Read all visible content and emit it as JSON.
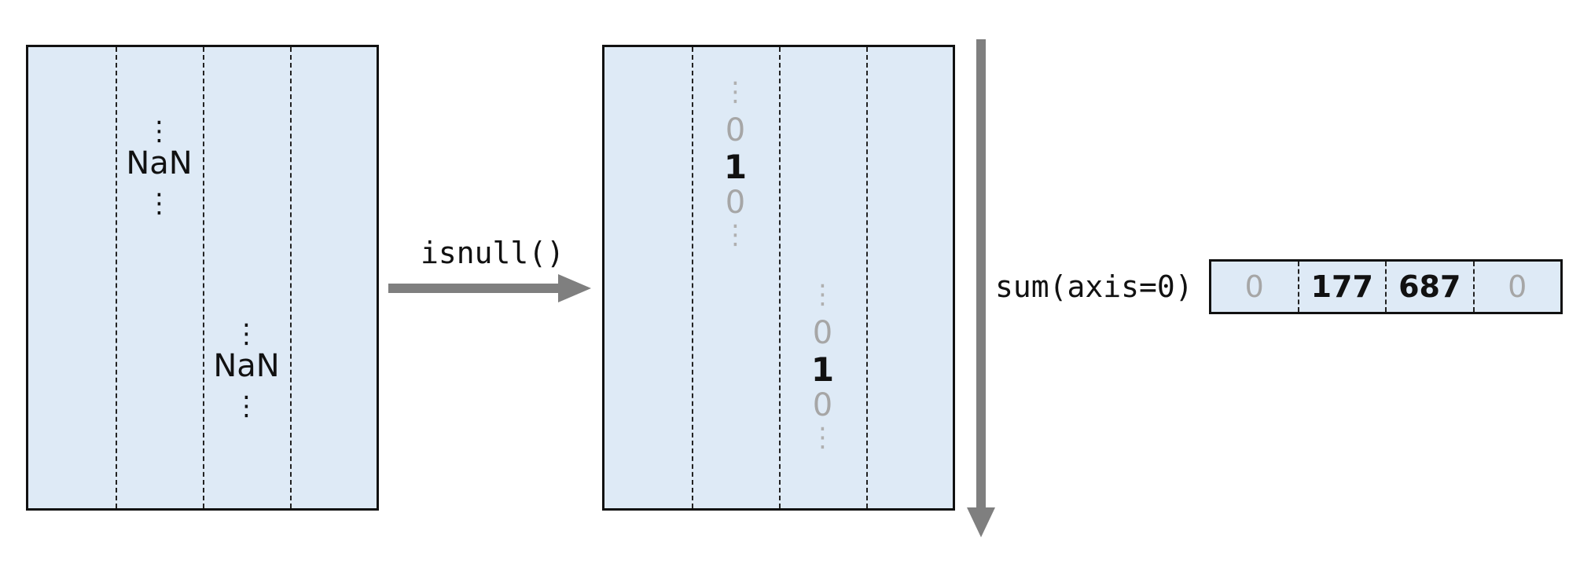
{
  "left_table": {
    "col2": {
      "dots_top": "⋮",
      "value": "NaN",
      "dots_bottom": "⋮"
    },
    "col3": {
      "dots_top": "⋮",
      "value": "NaN",
      "dots_bottom": "⋮"
    }
  },
  "operation_1": {
    "label": "isnull()"
  },
  "middle_table": {
    "col2": {
      "dots_top": "⋮",
      "above": "0",
      "value": "1",
      "below": "0",
      "dots_bottom": "⋮"
    },
    "col3": {
      "dots_top": "⋮",
      "above": "0",
      "value": "1",
      "below": "0",
      "dots_bottom": "⋮"
    }
  },
  "operation_2": {
    "label": "sum(axis=0)"
  },
  "result_row": {
    "values": [
      "0",
      "177",
      "687",
      "0"
    ]
  },
  "colors": {
    "fill": "#deeaf6",
    "border": "#111111",
    "arrow": "#7f7f7f",
    "muted": "#a6a6a6"
  }
}
